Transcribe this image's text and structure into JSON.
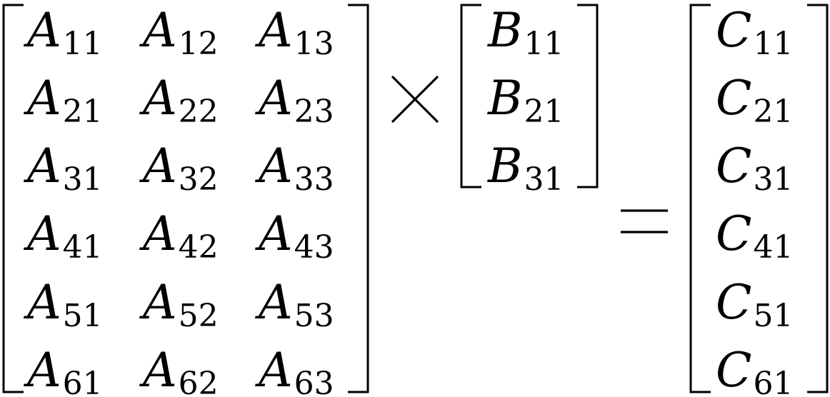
{
  "equation": {
    "matrix_a": {
      "rows": [
        [
          {
            "base": "A",
            "sub": "11"
          },
          {
            "base": "A",
            "sub": "12"
          },
          {
            "base": "A",
            "sub": "13"
          }
        ],
        [
          {
            "base": "A",
            "sub": "21"
          },
          {
            "base": "A",
            "sub": "22"
          },
          {
            "base": "A",
            "sub": "23"
          }
        ],
        [
          {
            "base": "A",
            "sub": "31"
          },
          {
            "base": "A",
            "sub": "32"
          },
          {
            "base": "A",
            "sub": "33"
          }
        ],
        [
          {
            "base": "A",
            "sub": "41"
          },
          {
            "base": "A",
            "sub": "42"
          },
          {
            "base": "A",
            "sub": "43"
          }
        ],
        [
          {
            "base": "A",
            "sub": "51"
          },
          {
            "base": "A",
            "sub": "52"
          },
          {
            "base": "A",
            "sub": "53"
          }
        ],
        [
          {
            "base": "A",
            "sub": "61"
          },
          {
            "base": "A",
            "sub": "62"
          },
          {
            "base": "A",
            "sub": "63"
          }
        ]
      ]
    },
    "multiply_symbol": "×",
    "matrix_b": {
      "rows": [
        [
          {
            "base": "B",
            "sub": "11"
          }
        ],
        [
          {
            "base": "B",
            "sub": "21"
          }
        ],
        [
          {
            "base": "B",
            "sub": "31"
          }
        ]
      ]
    },
    "equals_symbol": "=",
    "matrix_c": {
      "rows": [
        [
          {
            "base": "C",
            "sub": "11"
          }
        ],
        [
          {
            "base": "C",
            "sub": "21"
          }
        ],
        [
          {
            "base": "C",
            "sub": "31"
          }
        ],
        [
          {
            "base": "C",
            "sub": "41"
          }
        ],
        [
          {
            "base": "C",
            "sub": "51"
          }
        ],
        [
          {
            "base": "C",
            "sub": "61"
          }
        ]
      ]
    }
  }
}
